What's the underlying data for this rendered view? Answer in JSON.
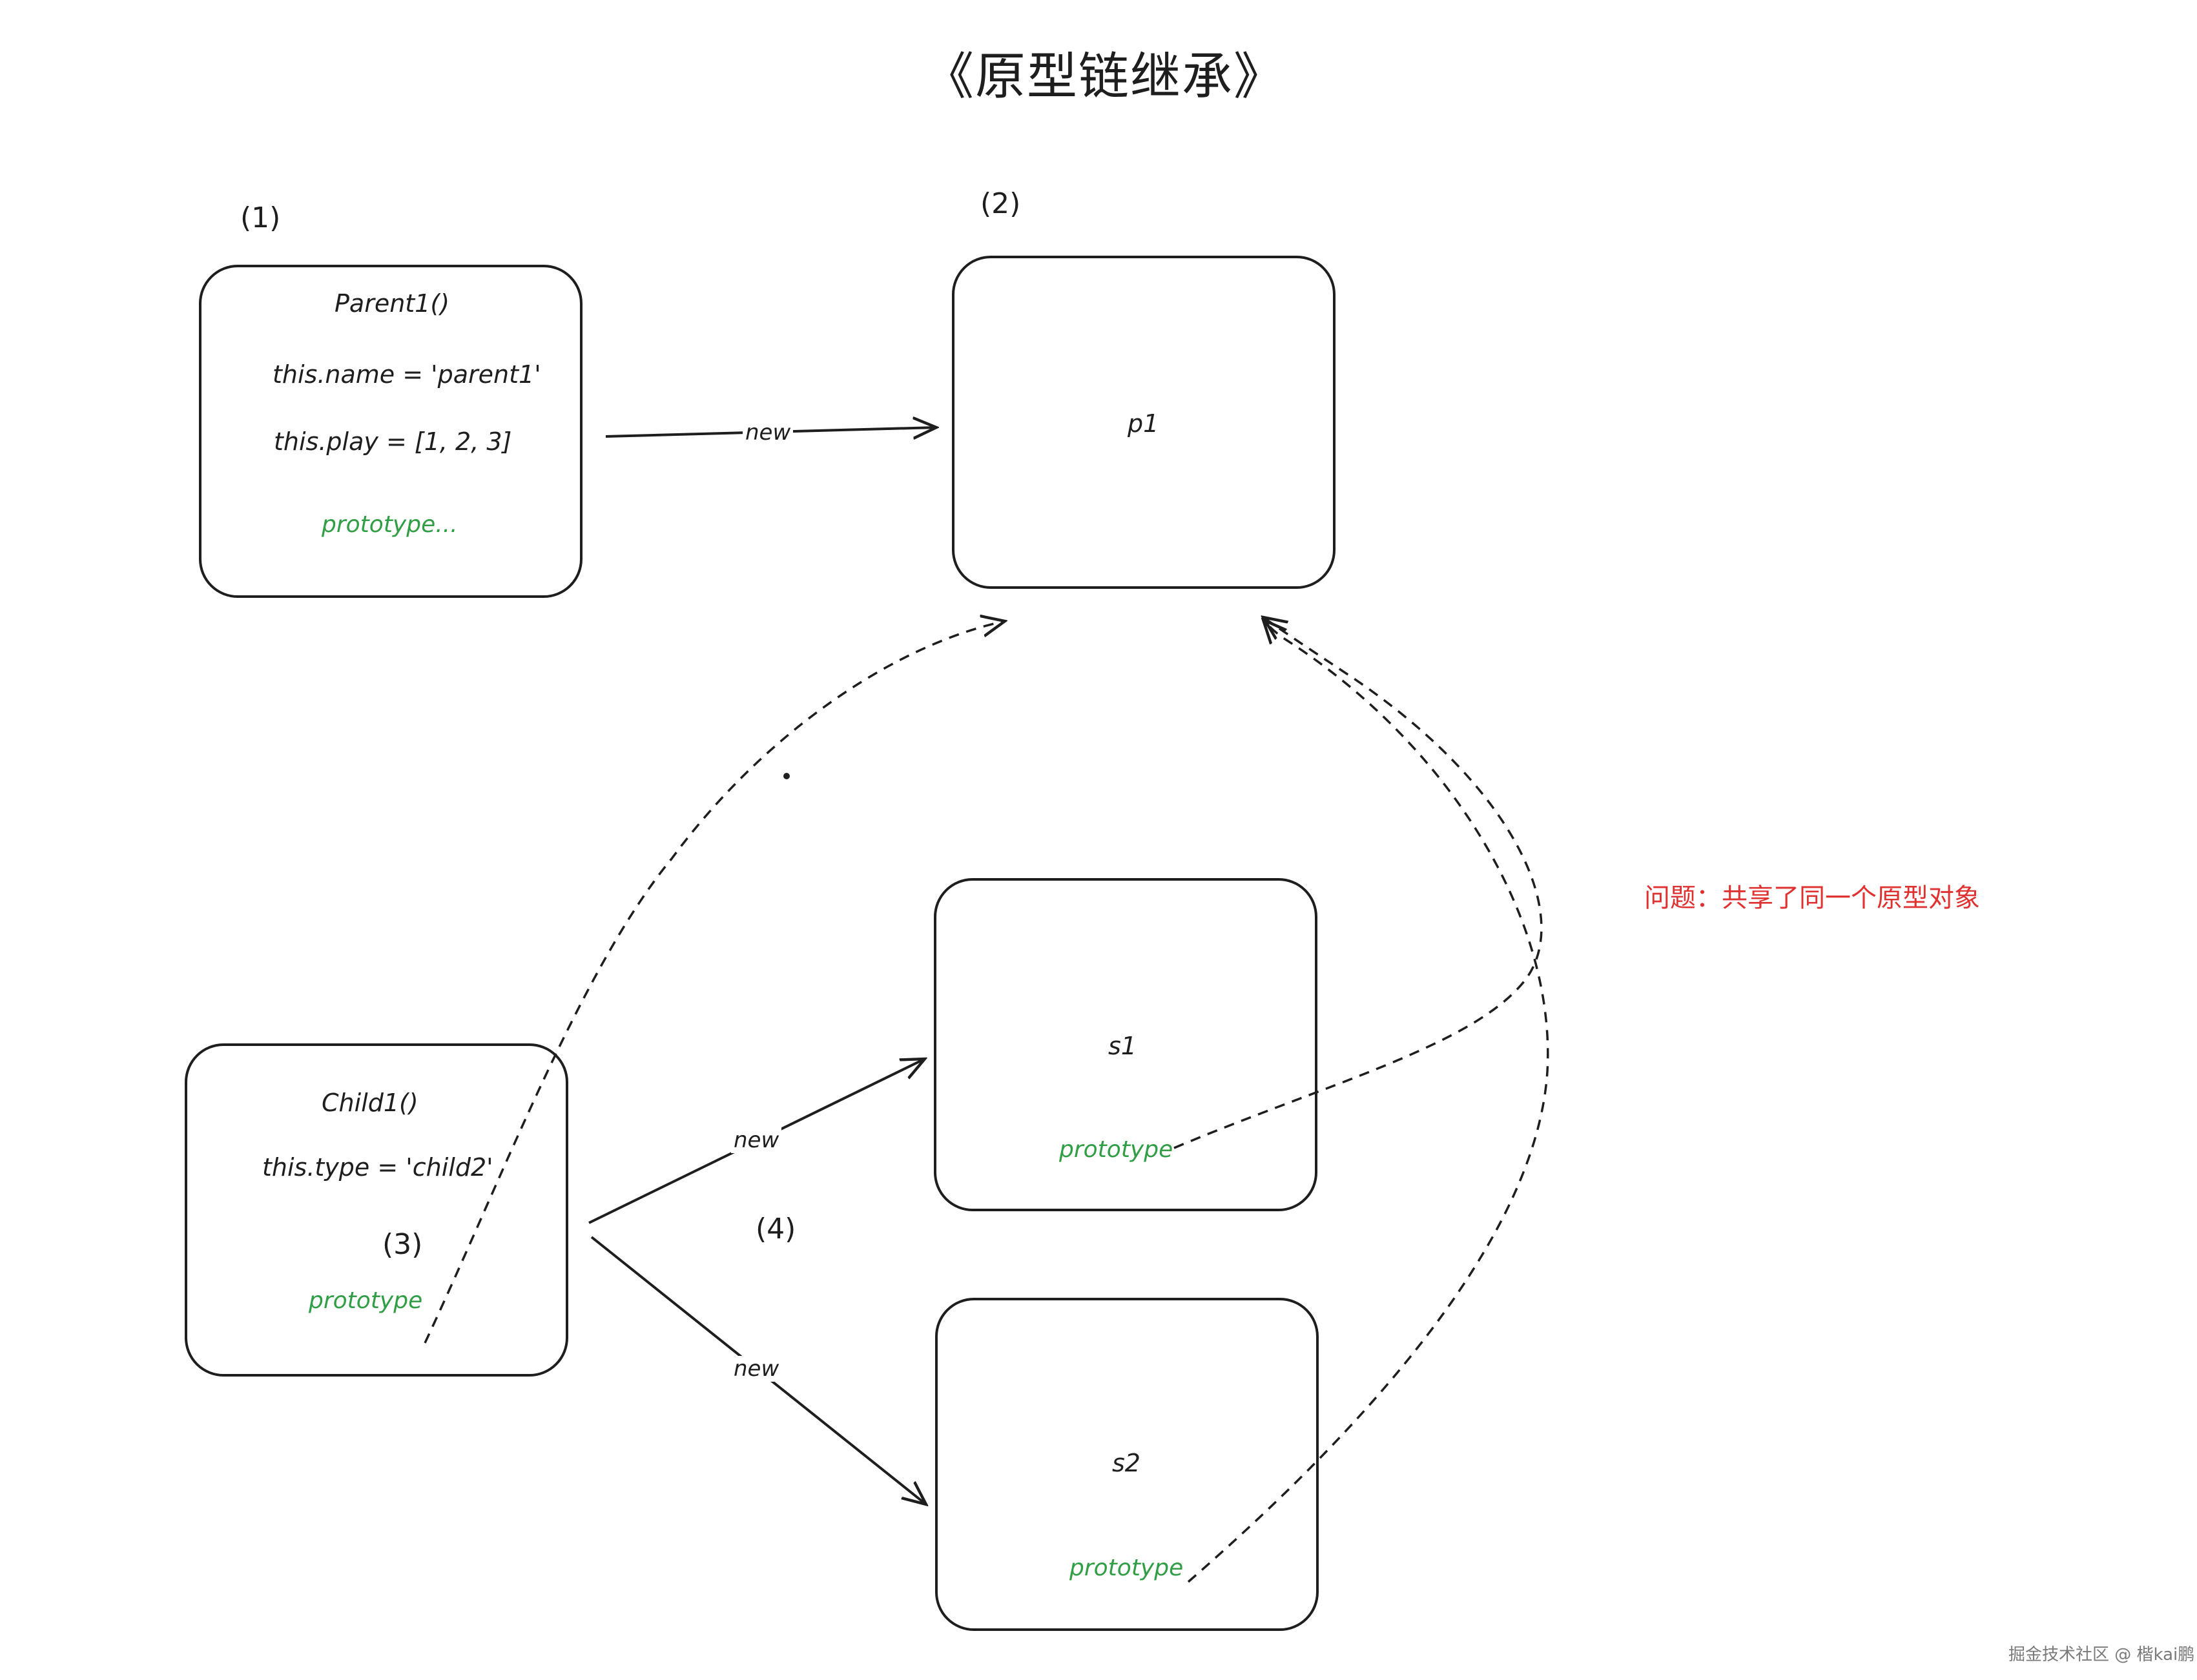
{
  "title": "《原型链继承》",
  "markers": {
    "m1": "(1)",
    "m2": "(2)",
    "m3": "(3)",
    "m4": "(4)"
  },
  "parent": {
    "name": "Parent1()",
    "line1": "this.name = 'parent1'",
    "line2": "this.play = [1, 2, 3]",
    "proto": "prototype..."
  },
  "p1": {
    "label": "p1"
  },
  "child": {
    "name": "Child1()",
    "line1": "this.type = 'child2'",
    "proto": "prototype"
  },
  "s1": {
    "label": "s1",
    "proto": "prototype"
  },
  "s2": {
    "label": "s2",
    "proto": "prototype"
  },
  "edges": {
    "new_parent": "new",
    "new_s1": "new",
    "new_s2": "new"
  },
  "note": "问题：共享了同一个原型对象",
  "watermark": "掘金技术社区 @ 楷kai鹏",
  "colors": {
    "ink": "#1e1e1e",
    "green": "#2f9e44",
    "red": "#e03131"
  }
}
